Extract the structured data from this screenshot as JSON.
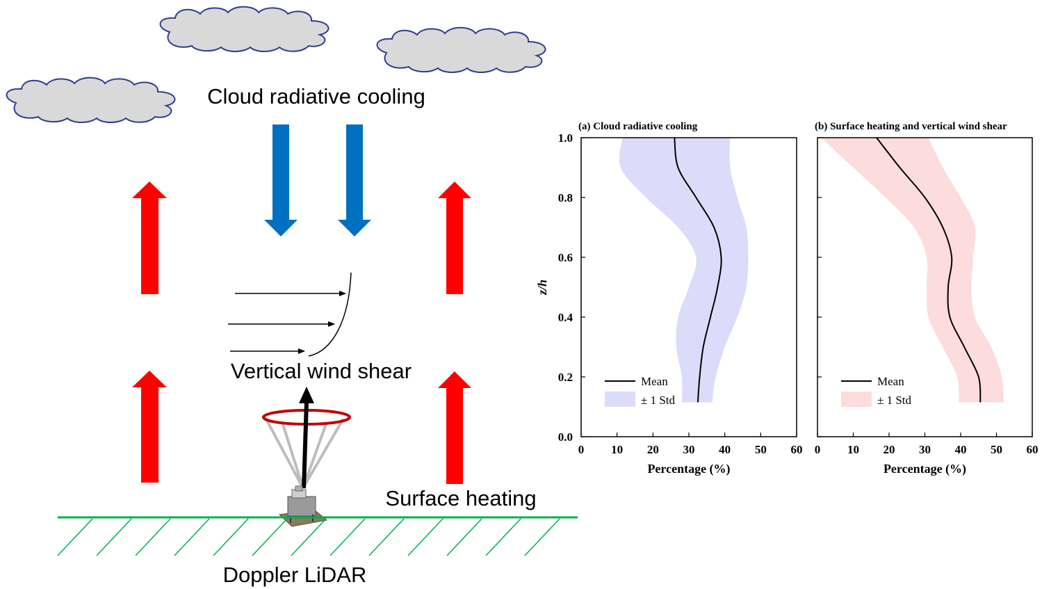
{
  "schematic": {
    "cloud_label": "Cloud radiative cooling",
    "shear_label": "Vertical wind shear",
    "heating_label": "Surface heating",
    "lidar_label": "Doppler LiDAR"
  },
  "colors": {
    "cloud_fill": "#d9d9d9",
    "cloud_stroke": "#2f3d8f",
    "cooling_arrow": "#0070c0",
    "heating_arrow": "#ff0000",
    "ground": "#00b050",
    "panel_a_band": "#dcdcfa",
    "panel_b_band": "#fcdcdc",
    "scan_ring": "#c00000"
  },
  "chart_data": [
    {
      "type": "line",
      "title": "(a) Cloud radiative cooling",
      "xlabel": "Percentage (%)",
      "ylabel": "z/h",
      "xlim": [
        0,
        60
      ],
      "ylim": [
        0,
        1.0
      ],
      "xticks": [
        "0",
        "10",
        "20",
        "30",
        "40",
        "50",
        "60"
      ],
      "yticks": [
        "0.0",
        "0.2",
        "0.4",
        "0.6",
        "0.8",
        "1.0"
      ],
      "legend": {
        "position": "bottom-left",
        "mean_label": "Mean",
        "std_label": "± 1 Std"
      },
      "z": [
        0.115,
        0.2,
        0.3,
        0.4,
        0.5,
        0.6,
        0.7,
        0.8,
        0.9,
        1.0
      ],
      "mean": [
        32.5,
        33.0,
        34.0,
        36.0,
        38.0,
        39.0,
        37.0,
        32.0,
        27.0,
        26.0
      ],
      "lower": [
        28.0,
        28.0,
        26.5,
        27.0,
        30.0,
        32.0,
        27.0,
        18.0,
        11.0,
        11.5
      ],
      "upper": [
        36.5,
        37.5,
        40.0,
        43.5,
        46.0,
        46.5,
        46.0,
        43.5,
        41.5,
        41.5
      ]
    },
    {
      "type": "line",
      "title": "(b) Surface heating and vertical wind shear",
      "xlabel": "Percentage (%)",
      "ylabel": "",
      "xlim": [
        0,
        60
      ],
      "ylim": [
        0,
        1.0
      ],
      "xticks": [
        "0",
        "10",
        "20",
        "30",
        "40",
        "50",
        "60"
      ],
      "yticks": [
        "",
        "",
        "",
        "",
        "",
        ""
      ],
      "legend": {
        "position": "bottom-left",
        "mean_label": "Mean",
        "std_label": "± 1 Std"
      },
      "z": [
        0.115,
        0.2,
        0.3,
        0.4,
        0.5,
        0.6,
        0.7,
        0.8,
        0.9,
        1.0
      ],
      "mean": [
        45.5,
        45.0,
        41.0,
        37.0,
        36.5,
        37.5,
        35.0,
        30.0,
        23.0,
        16.5
      ],
      "lower": [
        39.5,
        39.0,
        35.0,
        31.0,
        30.5,
        30.5,
        27.0,
        19.0,
        10.0,
        1.0
      ],
      "upper": [
        52.0,
        51.5,
        48.5,
        44.0,
        43.0,
        43.5,
        44.0,
        40.0,
        35.0,
        31.0
      ]
    }
  ]
}
